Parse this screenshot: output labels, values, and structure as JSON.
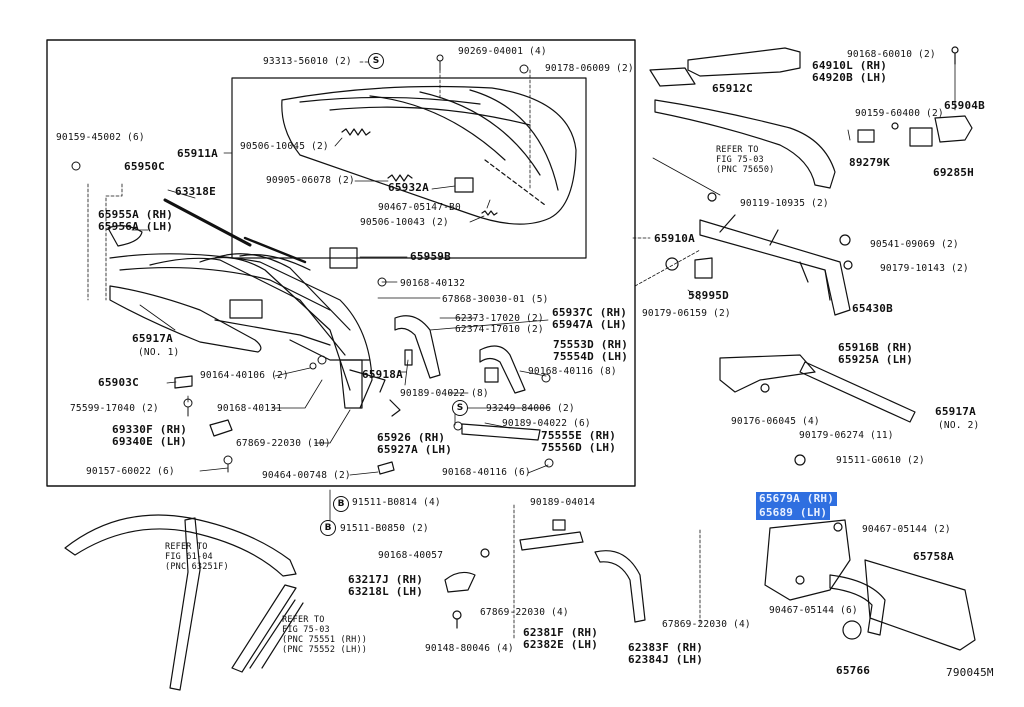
{
  "diagram_id": "790045M",
  "highlighted_part": {
    "rh": "65679A (RH)",
    "lh": "65689 (LH)"
  },
  "callouts": {
    "s": "S",
    "b": "B"
  },
  "labels": {
    "p93313": "93313-56010 (2)",
    "p90269": "90269-04001 (4)",
    "p90178a": "90178-06009 (2)",
    "p90159a": "90159-45002 (6)",
    "p65911A": "65911A",
    "p90506a": "90506-10045 (2)",
    "p90905": "90905-06078 (2)",
    "p65932A": "65932A",
    "p90467a": "90467-05147-B0",
    "p90506b": "90506-10043 (2)",
    "p65950C": "65950C",
    "p63318E": "63318E",
    "p65955A": "65955A (RH)",
    "p65956A": "65956A (LH)",
    "p65959B": "65959B",
    "p90168a": "90168-40132",
    "p67868": "67868-30030-01 (5)",
    "p62373": "62373-17020 (2)",
    "p62374": "62374-17010 (2)",
    "p65937C": "65937C (RH)",
    "p65947A": "65947A (LH)",
    "p65917A1": "65917A",
    "p65917A1no": "(NO. 1)",
    "p90164": "90164-40106 (2)",
    "p75553D": "75553D (RH)",
    "p75554D": "75554D (LH)",
    "p65918A": "65918A",
    "p90168b": "90168-40116 (8)",
    "p65903C": "65903C",
    "p90189a": "90189-04022 (8)",
    "p75599": "75599-17040 (2)",
    "p90168c": "90168-40131",
    "p93249": "93249-84006 (2)",
    "p90189b": "90189-04022 (6)",
    "p69330F": "69330F (RH)",
    "p69340E": "69340E (LH)",
    "p67869a": "67869-22030 (10)",
    "p65926": "65926  (RH)",
    "p65927A": "65927A (LH)",
    "p75555E": "75555E (RH)",
    "p75556D": "75556D (LH)",
    "p90157": "90157-60022 (6)",
    "p90464": "90464-00748 (2)",
    "p90168d": "90168-40116 (6)",
    "p64910L": "64910L (RH)",
    "p64920B": "64920B (LH)",
    "p65912C": "65912C",
    "p90168e": "90168-60010 (2)",
    "p90159b": "90159-60400 (2)",
    "p65904B": "65904B",
    "refer75a1": "REFER TO",
    "refer75a2": "FIG 75-03",
    "refer75a3": "(PNC 75650)",
    "p89279K": "89279K",
    "p69285H": "69285H",
    "p90119": "90119-10935 (2)",
    "p65910A": "65910A",
    "p90541": "90541-09069 (2)",
    "p90179a": "90179-10143 (2)",
    "p58995D": "58995D",
    "p90179b": "90179-06159 (2)",
    "p65430B": "65430B",
    "p65916B": "65916B (RH)",
    "p65925A": "65925A (LH)",
    "p65917A2": "65917A",
    "p65917A2no": "(NO. 2)",
    "p90176": "90176-06045 (4)",
    "p90179c": "90179-06274 (11)",
    "p91511a": "91511-G0610 (2)",
    "p91511b": "91511-B0814 (4)",
    "p91511c": "91511-B0850 (2)",
    "refer61a": "REFER TO",
    "refer61b": "FIG 61-04",
    "refer61c": "(PNC 63251F)",
    "refer75b1": "REFER TO",
    "refer75b2": "FIG 75-03",
    "refer75b3": "(PNC 75551 (RH))",
    "refer75b4": "(PNC 75552 (LH))",
    "p90189c": "90189-04014",
    "p90168f": "90168-40057",
    "p63217J": "63217J (RH)",
    "p63218L": "63218L (LH)",
    "p67869b": "67869-22030 (4)",
    "p62381F": "62381F (RH)",
    "p62382E": "62382E (LH)",
    "p90148": "90148-80046 (4)",
    "p67869c": "67869-22030 (4)",
    "p62383F": "62383F (RH)",
    "p62384J": "62384J (LH)",
    "p90467b": "90467-05144 (2)",
    "p65758A": "65758A",
    "p90467c": "90467-05144 (6)",
    "p65766": "65766"
  }
}
